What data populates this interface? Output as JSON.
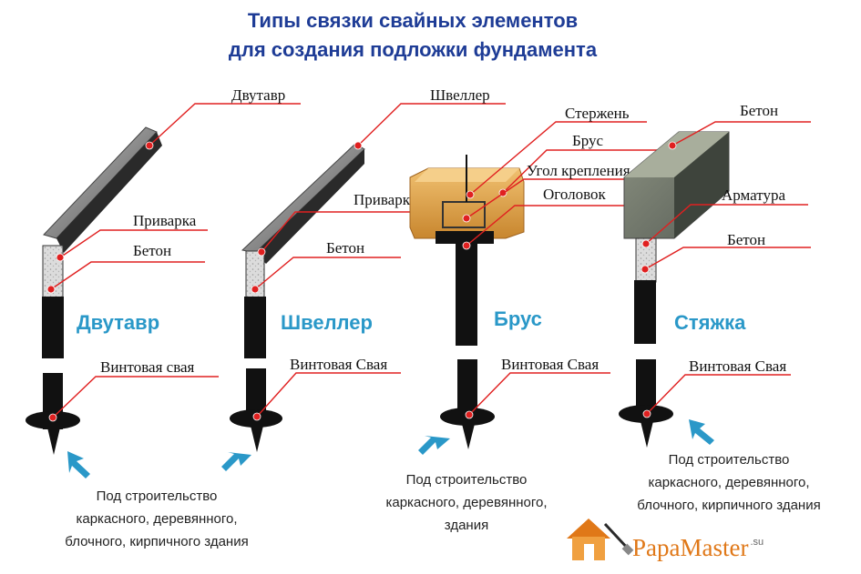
{
  "title": {
    "line1": "Типы связки свайных элементов",
    "line2": "для создания подложки фундамента"
  },
  "panels": [
    {
      "name": "Двутавр",
      "labels": [
        "Двутавр",
        "Приварка",
        "Бетон",
        "Винтовая свая"
      ],
      "caption": [
        "Под строительство",
        "каркасного, деревянного,",
        "блочного, кирпичного здания"
      ]
    },
    {
      "name": "Швеллер",
      "labels": [
        "Швеллер",
        "Приварка",
        "Бетон",
        "Винтовая Свая"
      ],
      "caption": []
    },
    {
      "name": "Брус",
      "labels": [
        "Стержень",
        "Брус",
        "Угол крепления",
        "Оголовок",
        "Винтовая Свая"
      ],
      "caption": [
        "Под строительство",
        "каркасного, деревянного,",
        "здания"
      ]
    },
    {
      "name": "Стяжка",
      "labels": [
        "Бетон",
        "Арматура",
        "Бетон",
        "Винтовая Свая"
      ],
      "caption": [
        "Под строительство",
        "каркасного, деревянного,",
        "блочного, кирпичного здания"
      ]
    }
  ],
  "shared_caption_second": [
    "Под строительство",
    "каркасного, деревянного,",
    "блочного, кирпичного здания"
  ],
  "brand": {
    "name": "PapaMaster",
    "suffix": ".su"
  },
  "colors": {
    "title": "#1e3c96",
    "accent_blue": "#2a98c8",
    "leader_red": "#e02020",
    "brand_orange": "#e07818"
  }
}
